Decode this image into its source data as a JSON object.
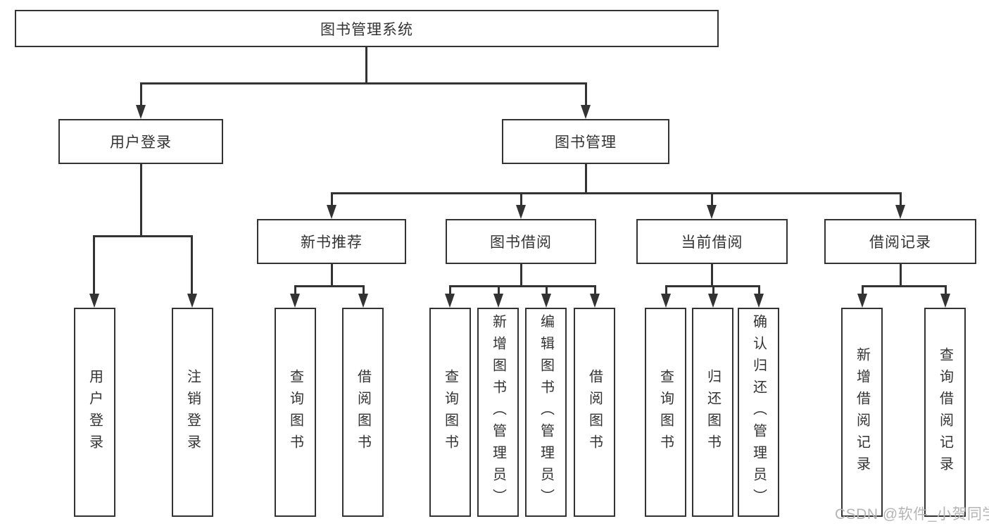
{
  "colors": {
    "line": "#333333",
    "box_border": "#333333",
    "text": "#333333",
    "watermark": "#b5b5b5",
    "background": "#ffffff"
  },
  "watermark": {
    "text": "CSDN @软件_小贺同学"
  },
  "diagram": {
    "type": "hierarchy-tree",
    "root": {
      "label": "图书管理系统",
      "children": [
        {
          "label": "用户登录",
          "children": [
            {
              "label": "用户登录"
            },
            {
              "label": "注销登录"
            }
          ]
        },
        {
          "label": "图书管理",
          "children": [
            {
              "label": "新书推荐",
              "children": [
                {
                  "label": "查询图书"
                },
                {
                  "label": "借阅图书"
                }
              ]
            },
            {
              "label": "图书借阅",
              "children": [
                {
                  "label": "查询图书"
                },
                {
                  "label": "新增图书（管理员）"
                },
                {
                  "label": "编辑图书（管理员）"
                },
                {
                  "label": "借阅图书"
                }
              ]
            },
            {
              "label": "当前借阅",
              "children": [
                {
                  "label": "查询图书"
                },
                {
                  "label": "归还图书"
                },
                {
                  "label": "确认归还（管理员）"
                }
              ]
            },
            {
              "label": "借阅记录",
              "children": [
                {
                  "label": "新增借阅记录"
                },
                {
                  "label": "查询借阅记录"
                }
              ]
            }
          ]
        }
      ]
    }
  }
}
